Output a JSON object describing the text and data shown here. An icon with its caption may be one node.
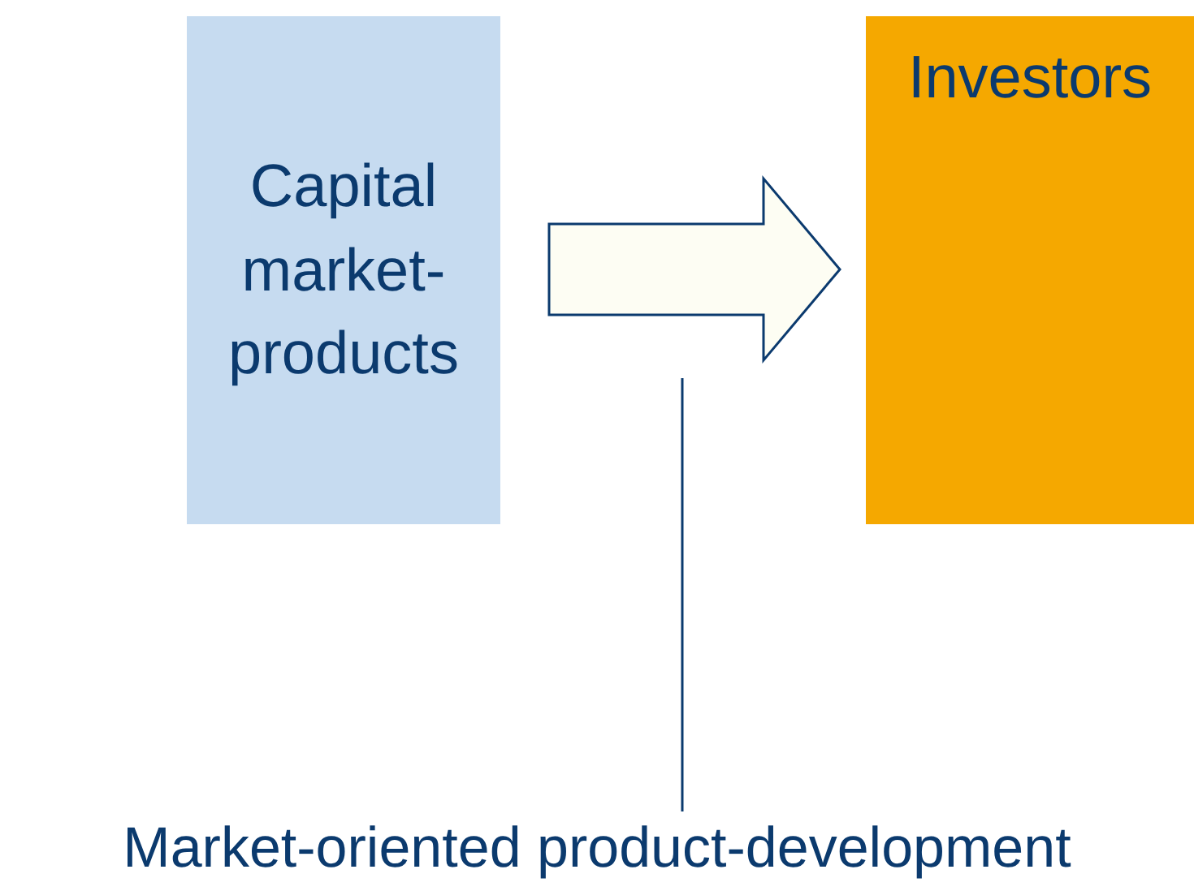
{
  "diagram": {
    "nodes": [
      {
        "text": [
          "Capital market-products"
        ]
      },
      {
        "text": [
          "Investors"
        ]
      },
      {
        "text": [
          "Market-oriented product-development"
        ]
      }
    ],
    "edges": [
      {
        "from": 0,
        "to": 1,
        "arrow": "to"
      },
      {
        "from": 2,
        "to": null,
        "arrow": "none"
      }
    ]
  }
}
